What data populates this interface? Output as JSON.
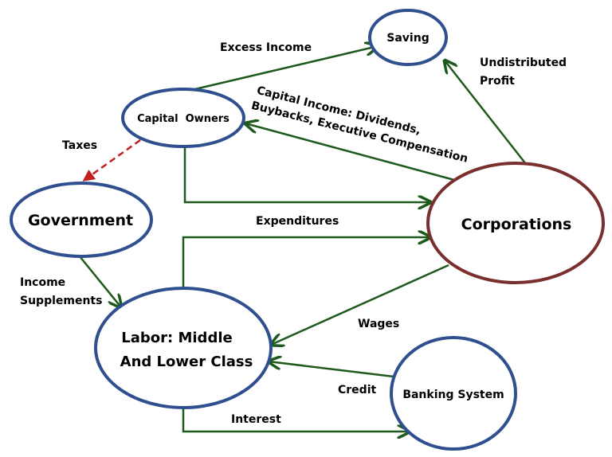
{
  "colors": {
    "node_border": "#2f4f8f",
    "corporation_border": "#7a2f2f",
    "edge": "#1e5a1e",
    "tax_edge": "#c0201e"
  },
  "nodes": {
    "saving": "Saving",
    "capital_owners": "Capital  Owners",
    "government": "Government",
    "corporations": "Corporations",
    "labor_line1": "Labor: Middle",
    "labor_line2": "And Lower Class",
    "banking": "Banking System"
  },
  "edges": {
    "excess_income": "Excess Income",
    "undistributed_profit_line1": "Undistributed",
    "undistributed_profit_line2": "Profit",
    "capital_income_line1": "Capital Income: Dividends,",
    "capital_income_line2": "Buybacks, Executive Compensation",
    "taxes": "Taxes",
    "expenditures": "Expenditures",
    "income_supplements_line1": "Income",
    "income_supplements_line2": "Supplements",
    "wages": "Wages",
    "credit": "Credit",
    "interest": "Interest"
  }
}
